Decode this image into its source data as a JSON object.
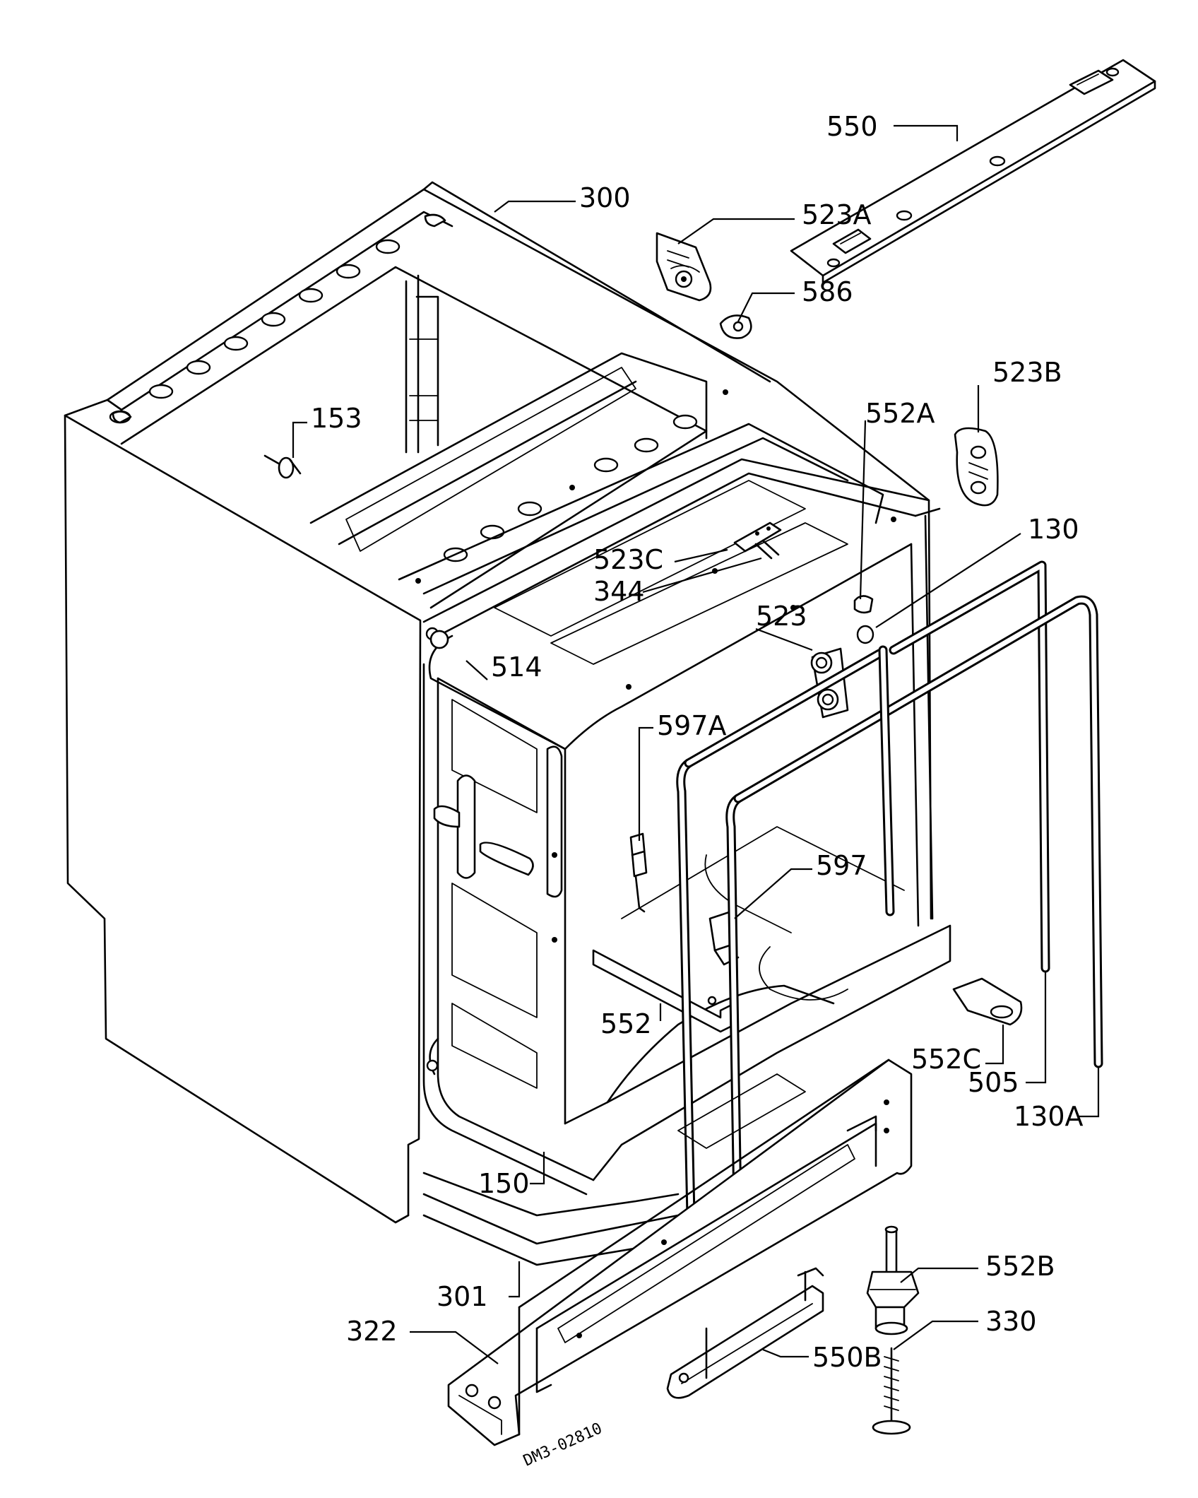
{
  "labels": {
    "l550": "550",
    "l300": "300",
    "l523A": "523A",
    "l586": "586",
    "l523B": "523B",
    "l153": "153",
    "l552A": "552A",
    "l130": "130",
    "l523C": "523C",
    "l344": "344",
    "l523": "523",
    "l514": "514",
    "l597A": "597A",
    "l597": "597",
    "l552": "552",
    "l552C": "552C",
    "l505": "505",
    "l130A": "130A",
    "l150": "150",
    "l552B": "552B",
    "l301": "301",
    "l330": "330",
    "l322": "322",
    "l550B": "550B"
  },
  "drawing_code": "DM3-02810"
}
